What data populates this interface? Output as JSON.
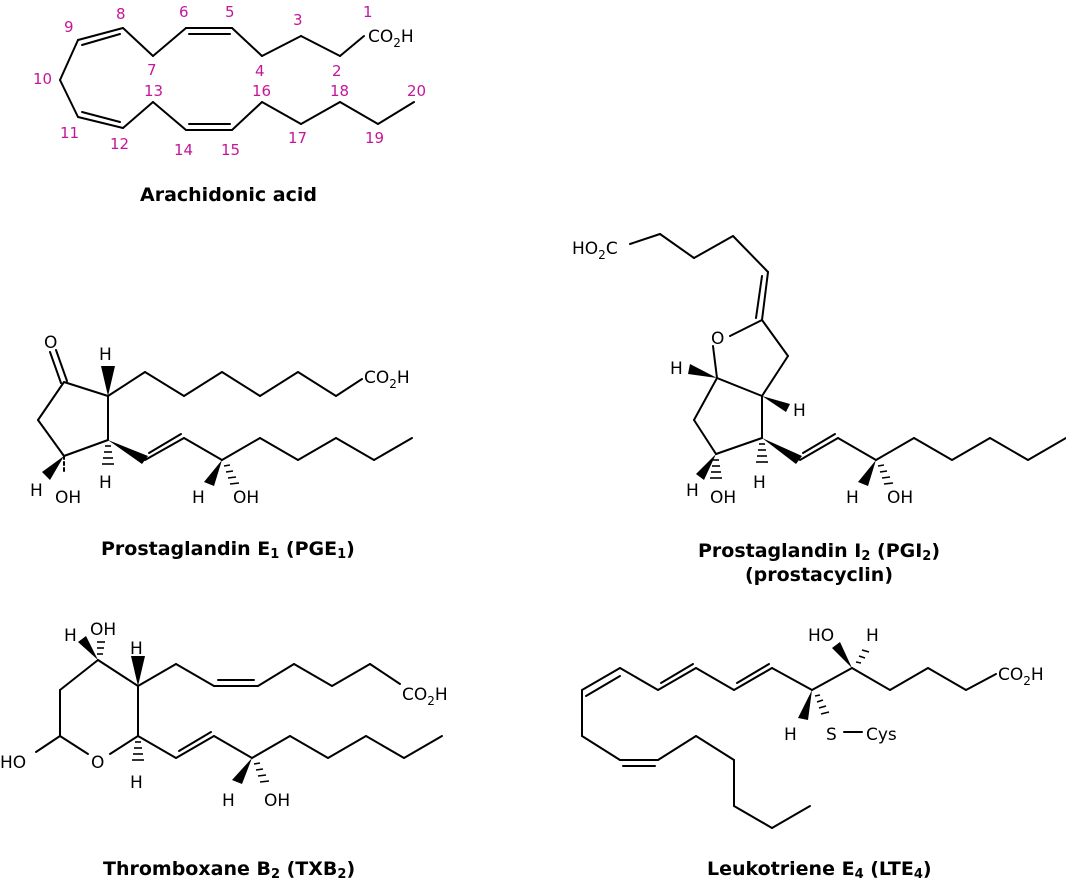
{
  "colors": {
    "ink": "#000000",
    "carbon_numbers": "#c4169a",
    "background": "#ffffff"
  },
  "arachidonic": {
    "name": "Arachidonic acid",
    "co2h": "CO2H",
    "numbers": [
      "1",
      "2",
      "3",
      "4",
      "5",
      "6",
      "7",
      "8",
      "9",
      "10",
      "11",
      "12",
      "13",
      "14",
      "15",
      "16",
      "17",
      "18",
      "19",
      "20"
    ]
  },
  "pge1": {
    "name_main": "Prostaglandin E",
    "name_sub": "1",
    "name_paren_open": " (PGE",
    "name_paren_sub": "1",
    "name_paren_close": ")",
    "atoms": {
      "oxo": "O",
      "h_top": "H",
      "co2h": "CO2H",
      "h_left": "H",
      "oh_ring": "OH",
      "h_ring": "H",
      "h_side": "H",
      "oh_side": "OH"
    }
  },
  "pgi2": {
    "name_main": "Prostaglandin I",
    "name_sub": "2",
    "name_paren_open": " (PGI",
    "name_paren_sub": "2",
    "name_paren_close": ")",
    "name_alt": "(prostacyclin)",
    "atoms": {
      "ho2c": "HO2C",
      "ring_o": "O",
      "h_left": "H",
      "h_right": "H",
      "h_bottom_left": "H",
      "oh_ring": "OH",
      "h_ring": "H",
      "h_side": "H",
      "oh_side": "OH"
    }
  },
  "txb2": {
    "name_main": "Thromboxane B",
    "name_sub": "2",
    "name_paren_open": " (TXB",
    "name_paren_sub": "2",
    "name_paren_close": ")",
    "atoms": {
      "h_top": "H",
      "oh_top": "OH",
      "h_ring_top": "H",
      "co2h": "CO2H",
      "ho": "HO",
      "ring_o": "O",
      "h_ring_bottom": "H",
      "h_side": "H",
      "oh_side": "OH"
    }
  },
  "lte4": {
    "name_main": "Leukotriene E",
    "name_sub": "4",
    "name_paren_open": " (LTE",
    "name_paren_sub": "4",
    "name_paren_close": ")",
    "atoms": {
      "ho": "HO",
      "h_top": "H",
      "co2h": "CO2H",
      "h_bottom": "H",
      "s": "S",
      "cys": "Cys"
    }
  }
}
